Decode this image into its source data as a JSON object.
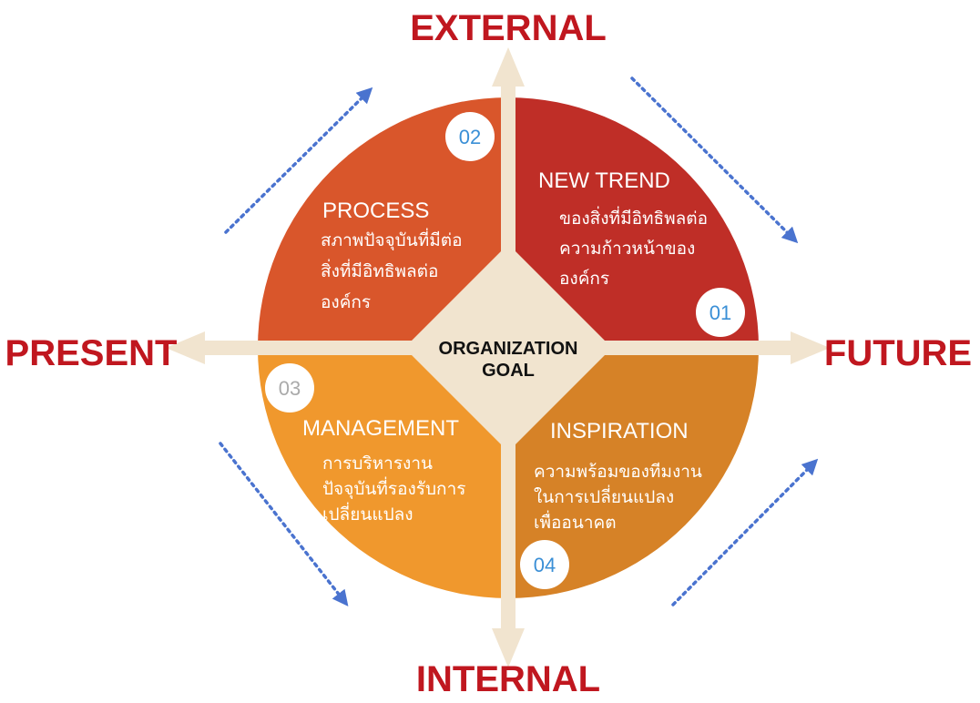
{
  "colors": {
    "axis_label": "#c0171f",
    "arrow_fill": "#f1e4cf",
    "dotted_arrow": "#4a73cf",
    "center_diamond": "#f1e4cf",
    "badge_text_blue": "#3a8fd6",
    "badge_text_grey": "#aaaaaa"
  },
  "axes": {
    "top": "EXTERNAL",
    "bottom": "INTERNAL",
    "left": "PRESENT",
    "right": "FUTURE"
  },
  "center": {
    "line1": "ORGANIZATION",
    "line2": "GOAL"
  },
  "quadrants": [
    {
      "id": "process",
      "number": "02",
      "title": "PROCESS",
      "lines": [
        "สภาพปัจจุบันที่มีต่อ",
        "สิ่งที่มีอิทธิพลต่อ",
        "องค์กร"
      ],
      "color": "#d9562b"
    },
    {
      "id": "new-trend",
      "number": "01",
      "title": "NEW TREND",
      "lines": [
        "ของสิ่งที่มีอิทธิพลต่อ",
        "ความก้าวหน้าของ",
        "องค์กร"
      ],
      "color": "#bf2e27"
    },
    {
      "id": "management",
      "number": "03",
      "title": "MANAGEMENT",
      "lines": [
        "การบริหารงาน",
        "ปัจจุบันที่รองรับการ",
        "เปลี่ยนแปลง"
      ],
      "color": "#f0982d"
    },
    {
      "id": "inspiration",
      "number": "04",
      "title": "INSPIRATION",
      "lines": [
        "ความพร้อมของทีมงาน",
        "ในการเปลี่ยนแปลง",
        "เพื่ออนาคต"
      ],
      "color": "#d68227"
    }
  ]
}
